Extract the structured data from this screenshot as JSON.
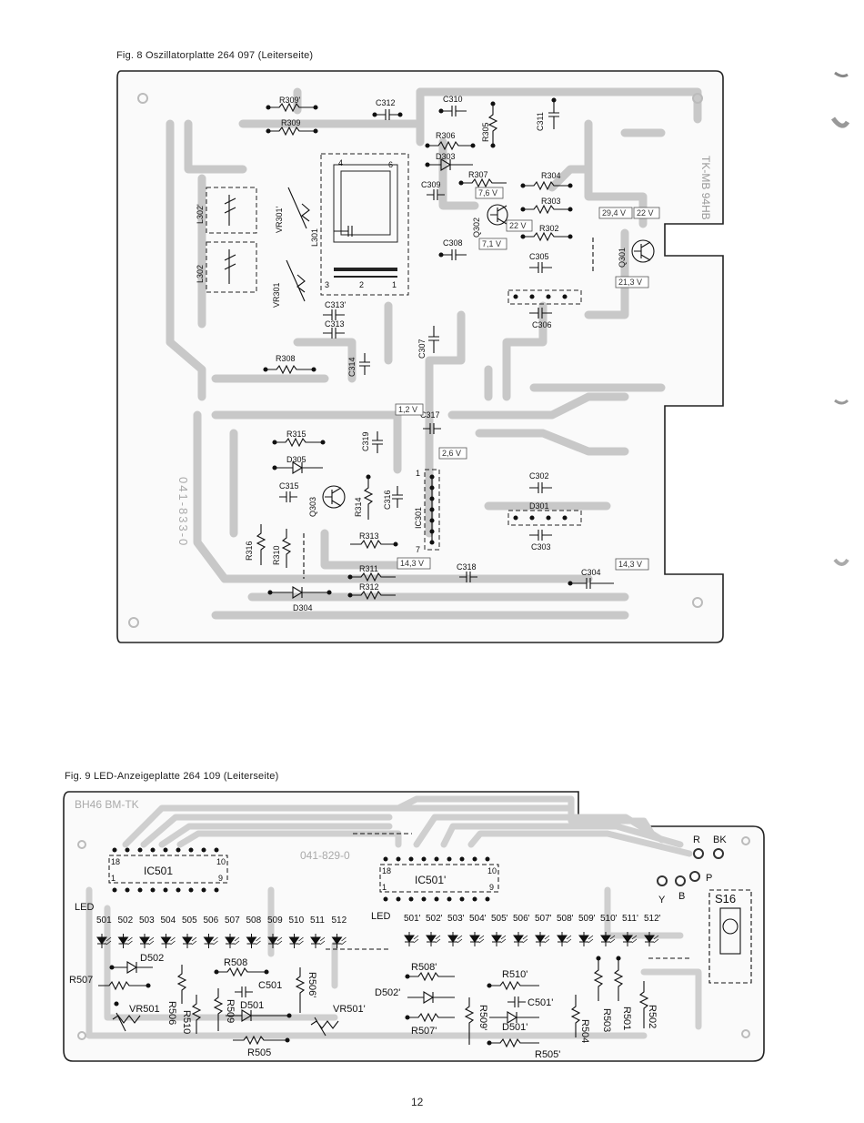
{
  "fig8": {
    "caption": "Fig. 8 Oszillatorplatte 264 097 (Leiterseite)",
    "board_code": "TK-MB 94HB",
    "vertical_code": "041-833-0",
    "components": [
      {
        "id": "R309p",
        "label": "R309'"
      },
      {
        "id": "R309",
        "label": "R309"
      },
      {
        "id": "C312",
        "label": "C312"
      },
      {
        "id": "C310",
        "label": "C310"
      },
      {
        "id": "R305",
        "label": "R305"
      },
      {
        "id": "C311",
        "label": "C311"
      },
      {
        "id": "R306",
        "label": "R306"
      },
      {
        "id": "D303",
        "label": "D303"
      },
      {
        "id": "R307",
        "label": "R307"
      },
      {
        "id": "R304",
        "label": "R304"
      },
      {
        "id": "C309",
        "label": "C309"
      },
      {
        "id": "Q302",
        "label": "Q302"
      },
      {
        "id": "R303",
        "label": "R303"
      },
      {
        "id": "R302",
        "label": "R302"
      },
      {
        "id": "Q301",
        "label": "Q301"
      },
      {
        "id": "C308",
        "label": "C308"
      },
      {
        "id": "C305",
        "label": "C305"
      },
      {
        "id": "C306",
        "label": "C306"
      },
      {
        "id": "L302p",
        "label": "L302'"
      },
      {
        "id": "L302",
        "label": "L302"
      },
      {
        "id": "VR301p",
        "label": "VR301'"
      },
      {
        "id": "VR301",
        "label": "VR301"
      },
      {
        "id": "L301",
        "label": "L301"
      },
      {
        "id": "C313p",
        "label": "C313'"
      },
      {
        "id": "C313",
        "label": "C313"
      },
      {
        "id": "C307",
        "label": "C307"
      },
      {
        "id": "R308",
        "label": "R308"
      },
      {
        "id": "C314",
        "label": "C314"
      },
      {
        "id": "C317",
        "label": "C317"
      },
      {
        "id": "R315",
        "label": "R315"
      },
      {
        "id": "C319",
        "label": "C319"
      },
      {
        "id": "D305",
        "label": "D305"
      },
      {
        "id": "C315",
        "label": "C315"
      },
      {
        "id": "Q303",
        "label": "Q303"
      },
      {
        "id": "R314",
        "label": "R314"
      },
      {
        "id": "C316",
        "label": "C316"
      },
      {
        "id": "IC301",
        "label": "IC301"
      },
      {
        "id": "C302",
        "label": "C302"
      },
      {
        "id": "D301",
        "label": "D301"
      },
      {
        "id": "C303",
        "label": "C303"
      },
      {
        "id": "R316",
        "label": "R316"
      },
      {
        "id": "R310",
        "label": "R310"
      },
      {
        "id": "R313",
        "label": "R313"
      },
      {
        "id": "R311",
        "label": "R311"
      },
      {
        "id": "R312",
        "label": "R312"
      },
      {
        "id": "C318",
        "label": "C318"
      },
      {
        "id": "C304",
        "label": "C304"
      },
      {
        "id": "D304",
        "label": "D304"
      }
    ],
    "pins": [
      "4",
      "6",
      "3",
      "2",
      "1",
      "1",
      "7"
    ],
    "voltages": [
      {
        "id": "v1",
        "label": "7,6 V"
      },
      {
        "id": "v2",
        "label": "22 V"
      },
      {
        "id": "v3",
        "label": "7,1 V"
      },
      {
        "id": "v4",
        "label": "29,4 V"
      },
      {
        "id": "v5",
        "label": "22 V"
      },
      {
        "id": "v6",
        "label": "21,3 V"
      },
      {
        "id": "v7",
        "label": "1,2 V"
      },
      {
        "id": "v8",
        "label": "2,6 V"
      },
      {
        "id": "v9",
        "label": "14,3 V"
      },
      {
        "id": "v10",
        "label": "14,3 V"
      }
    ]
  },
  "fig9": {
    "caption": "Fig. 9 LED-Anzeigeplatte 264 109 (Leiterseite)",
    "board_code": "BH46 BM-TK",
    "board_number": "041-829-0",
    "ic_left": {
      "label": "IC501",
      "pin_a": "18",
      "pin_b": "10",
      "pin_c": "1",
      "pin_d": "9"
    },
    "ic_right": {
      "label": "IC501'",
      "pin_a": "18",
      "pin_b": "10",
      "pin_c": "1",
      "pin_d": "9"
    },
    "led_prefix_left": "LED",
    "led_prefix_right": "LED",
    "leds_left": [
      "501",
      "502",
      "503",
      "504",
      "505",
      "506",
      "507",
      "508",
      "509",
      "510",
      "511",
      "512"
    ],
    "leds_right": [
      "501'",
      "502'",
      "503'",
      "504'",
      "505'",
      "506'",
      "507'",
      "508'",
      "509'",
      "510'",
      "511'",
      "512'"
    ],
    "components": [
      {
        "id": "D502",
        "label": "D502"
      },
      {
        "id": "R507",
        "label": "R507"
      },
      {
        "id": "R506",
        "label": "R506"
      },
      {
        "id": "R508",
        "label": "R508"
      },
      {
        "id": "C501",
        "label": "C501"
      },
      {
        "id": "R509",
        "label": "R509"
      },
      {
        "id": "R506p",
        "label": "R506'"
      },
      {
        "id": "VR501",
        "label": "VR501"
      },
      {
        "id": "R510",
        "label": "R510"
      },
      {
        "id": "D501",
        "label": "D501"
      },
      {
        "id": "VR501p",
        "label": "VR501'"
      },
      {
        "id": "R505",
        "label": "R505"
      },
      {
        "id": "R508p",
        "label": "R508'"
      },
      {
        "id": "D502p",
        "label": "D502'"
      },
      {
        "id": "R507p",
        "label": "R507'"
      },
      {
        "id": "R509p",
        "label": "R509'"
      },
      {
        "id": "R510p",
        "label": "R510'"
      },
      {
        "id": "C501p",
        "label": "C501'"
      },
      {
        "id": "D501p",
        "label": "D501'"
      },
      {
        "id": "R505p",
        "label": "R505'"
      },
      {
        "id": "R503",
        "label": "R503"
      },
      {
        "id": "R504",
        "label": "R504"
      },
      {
        "id": "R501",
        "label": "R501"
      },
      {
        "id": "R502",
        "label": "R502"
      },
      {
        "id": "S16",
        "label": "S16"
      }
    ],
    "wire_labels": [
      "R",
      "BK",
      "Y",
      "B",
      "P"
    ]
  },
  "page_number": "12"
}
